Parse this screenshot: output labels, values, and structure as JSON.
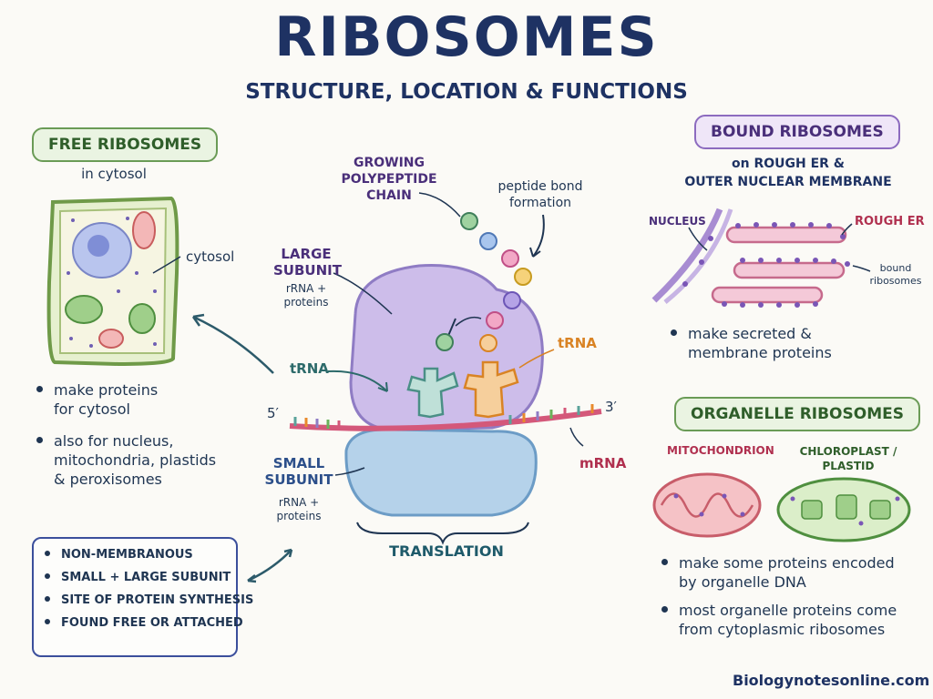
{
  "title": "RIBOSOMES",
  "subtitle": "STRUCTURE, LOCATION & FUNCTIONS",
  "free": {
    "header": "FREE RIBOSOMES",
    "sub": "in cytosol",
    "cytosol_label": "cytosol",
    "bullets": [
      {
        "line1": "make proteins",
        "line2": "for cytosol"
      },
      {
        "line1": "also for nucleus,",
        "line2": "mitochondria, plastids",
        "line3": "& peroxisomes"
      }
    ]
  },
  "summary": [
    "NON-MEMBRANOUS",
    "SMALL + LARGE SUBUNIT",
    "SITE OF PROTEIN SYNTHESIS",
    "FOUND FREE OR ATTACHED"
  ],
  "center": {
    "growing_chain": [
      "GROWING",
      "POLYPEPTIDE",
      "CHAIN"
    ],
    "peptide_bond": [
      "peptide bond",
      "formation"
    ],
    "large_subunit": [
      "LARGE",
      "SUBUNIT"
    ],
    "large_sub_desc": [
      "rRNA +",
      "proteins"
    ],
    "trna_left": "tRNA",
    "trna_right": "tRNA",
    "five_prime": "5′",
    "three_prime": "3′",
    "small_subunit": [
      "SMALL",
      "SUBUNIT"
    ],
    "small_sub_desc": [
      "rRNA +",
      "proteins"
    ],
    "mrna": "mRNA",
    "translation": "TRANSLATION"
  },
  "bound": {
    "header": "BOUND RIBOSOMES",
    "sub1": "on ROUGH ER &",
    "sub2": "OUTER NUCLEAR MEMBRANE",
    "nucleus": "NUCLEUS",
    "rough_er": "ROUGH ER",
    "bound_label": [
      "bound",
      "ribosomes"
    ],
    "bullet": {
      "line1": "make secreted &",
      "line2": "membrane proteins"
    }
  },
  "organelle": {
    "header": "ORGANELLE RIBOSOMES",
    "mito": "MITOCHONDRION",
    "chloro": [
      "CHLOROPLAST /",
      "PLASTID"
    ],
    "bullets": [
      {
        "line1": "make some proteins encoded",
        "line2": "by organelle DNA"
      },
      {
        "line1": "most organelle proteins come",
        "line2": "from cytoplasmic ribosomes"
      }
    ]
  },
  "footer": "Biologynotesonline.com",
  "colors": {
    "navy": "#1e3263",
    "green": "#6a9b56",
    "purple": "#8c6bbf",
    "mrna": "#d4587a",
    "orange": "#e88a2c",
    "teal": "#5aa39a"
  }
}
